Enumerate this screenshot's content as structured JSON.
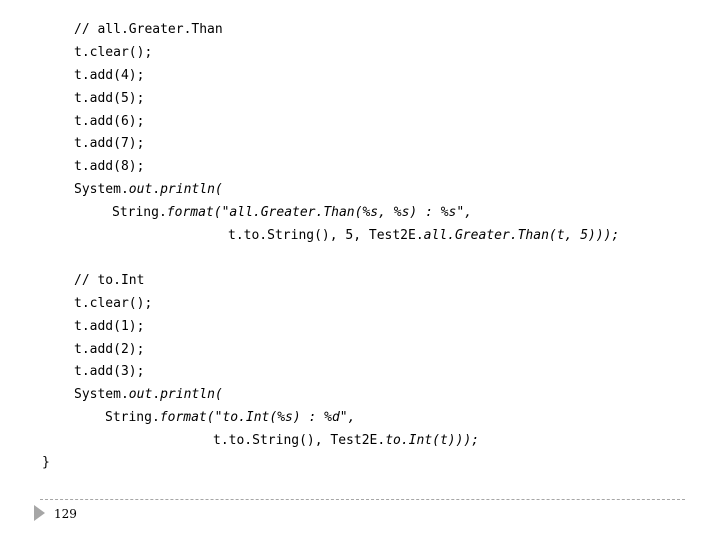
{
  "code": {
    "lines": [
      [
        {
          "t": "// all.Greater.Than",
          "i": false
        }
      ],
      [
        {
          "t": "t.clear();",
          "i": false
        }
      ],
      [
        {
          "t": "t.add(4);",
          "i": false
        }
      ],
      [
        {
          "t": "t.add(5);",
          "i": false
        }
      ],
      [
        {
          "t": "t.add(6);",
          "i": false
        }
      ],
      [
        {
          "t": "t.add(7);",
          "i": false
        }
      ],
      [
        {
          "t": "t.add(8);",
          "i": false
        }
      ],
      [
        {
          "t": "System.",
          "i": false
        },
        {
          "t": "out",
          "i": true
        },
        {
          "t": ".",
          "i": false
        },
        {
          "t": "println(",
          "i": true
        }
      ],
      [
        {
          "t": "String.",
          "i": false
        },
        {
          "t": "format(\"all.Greater.Than(%s, %s) : %s\",",
          "i": true
        }
      ],
      [
        {
          "t": "t.to.String(), 5, Test2E.",
          "i": false
        },
        {
          "t": "all.Greater.Than(t, 5)));",
          "i": true
        }
      ],
      [
        {
          "t": "// to.Int",
          "i": false
        }
      ],
      [
        {
          "t": "t.clear();",
          "i": false
        }
      ],
      [
        {
          "t": "t.add(1);",
          "i": false
        }
      ],
      [
        {
          "t": "t.add(2);",
          "i": false
        }
      ],
      [
        {
          "t": "t.add(3);",
          "i": false
        }
      ],
      [
        {
          "t": "System.",
          "i": false
        },
        {
          "t": "out",
          "i": true
        },
        {
          "t": ".",
          "i": false
        },
        {
          "t": "println(",
          "i": true
        }
      ],
      [
        {
          "t": "String.",
          "i": false
        },
        {
          "t": "format(\"to.Int(%s) : %d\",",
          "i": true
        }
      ],
      [
        {
          "t": "t.to.String(), Test2E.",
          "i": false
        },
        {
          "t": "to.Int(t)));",
          "i": true
        }
      ],
      [
        {
          "t": "}",
          "i": false
        }
      ]
    ]
  },
  "footer": {
    "page_number": "129"
  }
}
